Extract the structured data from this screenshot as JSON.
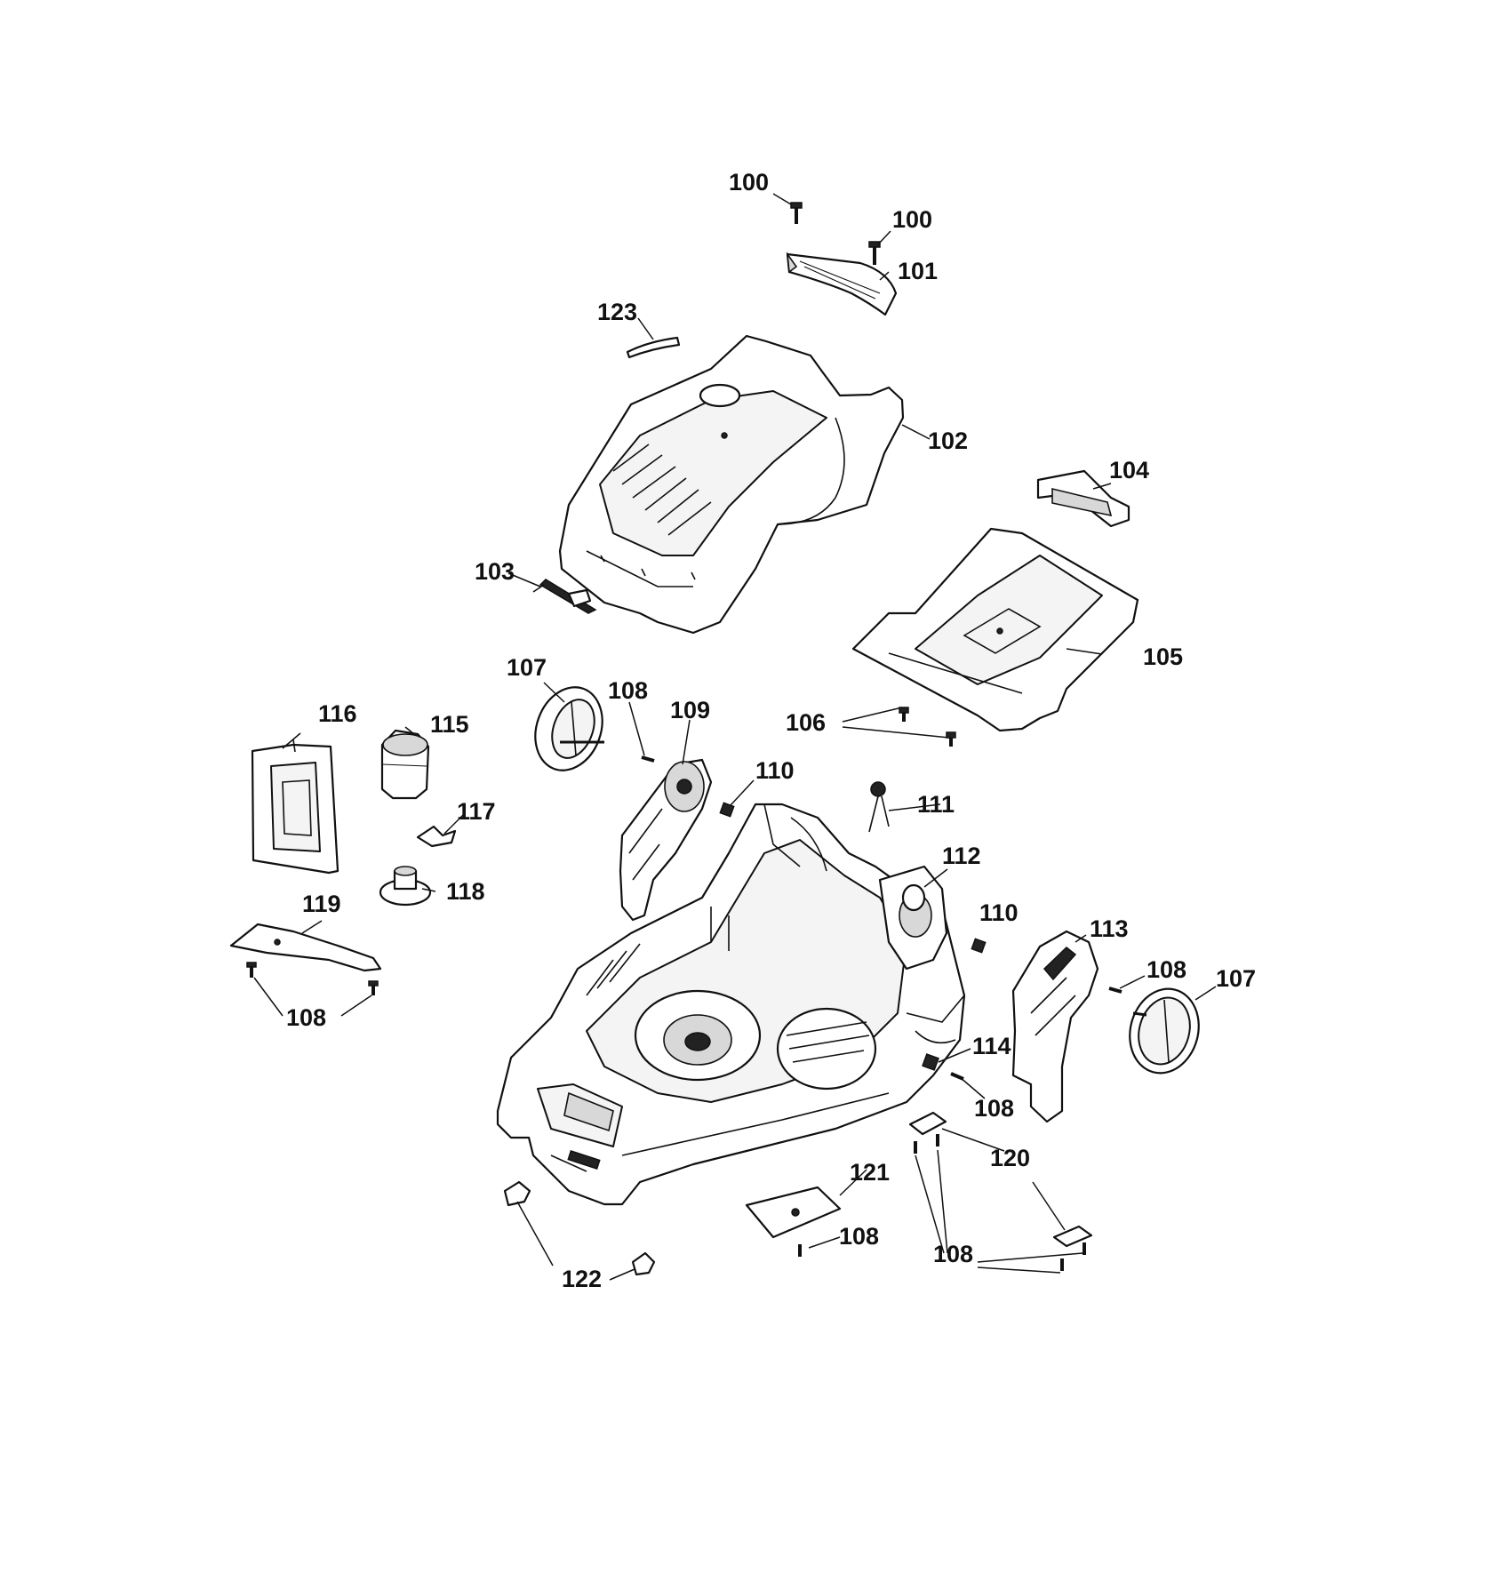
{
  "labels": {
    "p100a": "100",
    "p100b": "100",
    "p101": "101",
    "p102": "102",
    "p103": "103",
    "p104": "104",
    "p105": "105",
    "p106": "106",
    "p107a": "107",
    "p107b": "107",
    "p108a": "108",
    "p108b": "108",
    "p108c": "108",
    "p108d": "108",
    "p108e": "108",
    "p108f": "108",
    "p109": "109",
    "p110a": "110",
    "p110b": "110",
    "p111": "111",
    "p112": "112",
    "p113": "113",
    "p114": "114",
    "p115": "115",
    "p116": "116",
    "p117": "117",
    "p118": "118",
    "p119": "119",
    "p120": "120",
    "p121": "121",
    "p122": "122",
    "p123": "123"
  }
}
